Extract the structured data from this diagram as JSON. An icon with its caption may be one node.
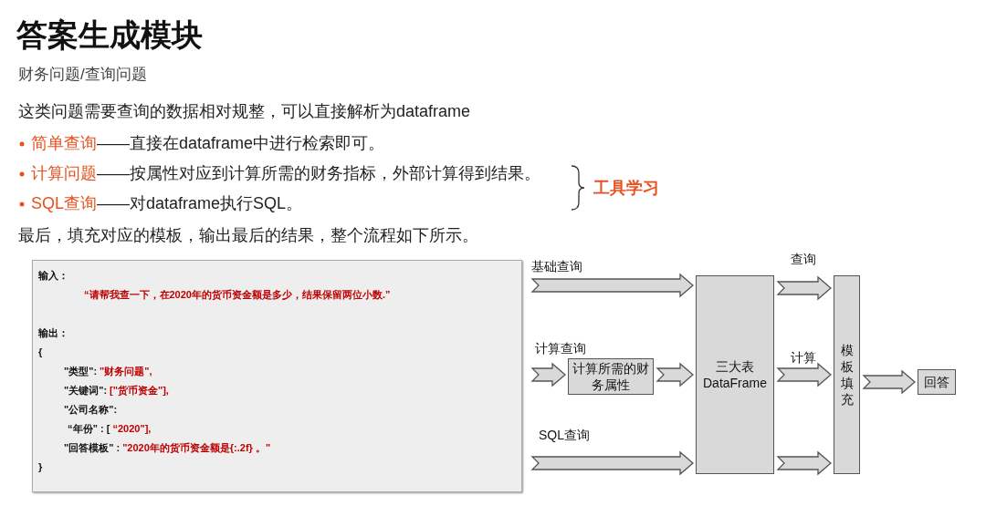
{
  "diagram": {
    "title": "答案生成模块",
    "nodes": [
      {
        "text": [
          "输入：",
          "“请帮我查一下，在2020年的货币资金额是多少，结果保留两位小数.”",
          "输出：",
          "{",
          "\"类型\":",
          "\"财务问题\",",
          "\"关键词\":",
          "[\"货币资金\"],",
          "\"公司名称\":",
          "“年份” : [",
          "“2020\"],",
          "\"回答模板\" :",
          "\"2020年的货币资金额是{:.2f} 。\"",
          "}"
        ]
      },
      {
        "text": [
          "计算所需的财务属性"
        ]
      },
      {
        "text": [
          "三大表 DataFrame"
        ]
      },
      {
        "text": [
          "模板填充"
        ]
      },
      {
        "text": [
          "回答"
        ]
      }
    ],
    "edges": [
      {
        "from": null,
        "to": 2,
        "arrow": "to",
        "label": "基础查询"
      },
      {
        "from": null,
        "to": 1,
        "arrow": "to",
        "label": "计算查询"
      },
      {
        "from": 1,
        "to": 2,
        "arrow": "to"
      },
      {
        "from": null,
        "to": 2,
        "arrow": "to",
        "label": "SQL查询"
      },
      {
        "from": 2,
        "to": 3,
        "arrow": "to",
        "label": "查询"
      },
      {
        "from": 2,
        "to": 3,
        "arrow": "to",
        "label": "计算"
      },
      {
        "from": 2,
        "to": 3,
        "arrow": "to"
      },
      {
        "from": 3,
        "to": 4,
        "arrow": "to"
      }
    ],
    "labels": [
      "财务问题/查询问题",
      "这类问题需要查询的数据相对规整，可以直接解析为dataframe",
      "简单查询",
      "——直接在dataframe中进行检索即可。",
      "计算问题",
      "——按属性对应到计算所需的财务指标，外部计算得到结果。",
      "SQL查询",
      "——对dataframe执行SQL。",
      "最后，填充对应的模板，输出最后的结果，整个流程如下所示。",
      "工具学习"
    ]
  }
}
